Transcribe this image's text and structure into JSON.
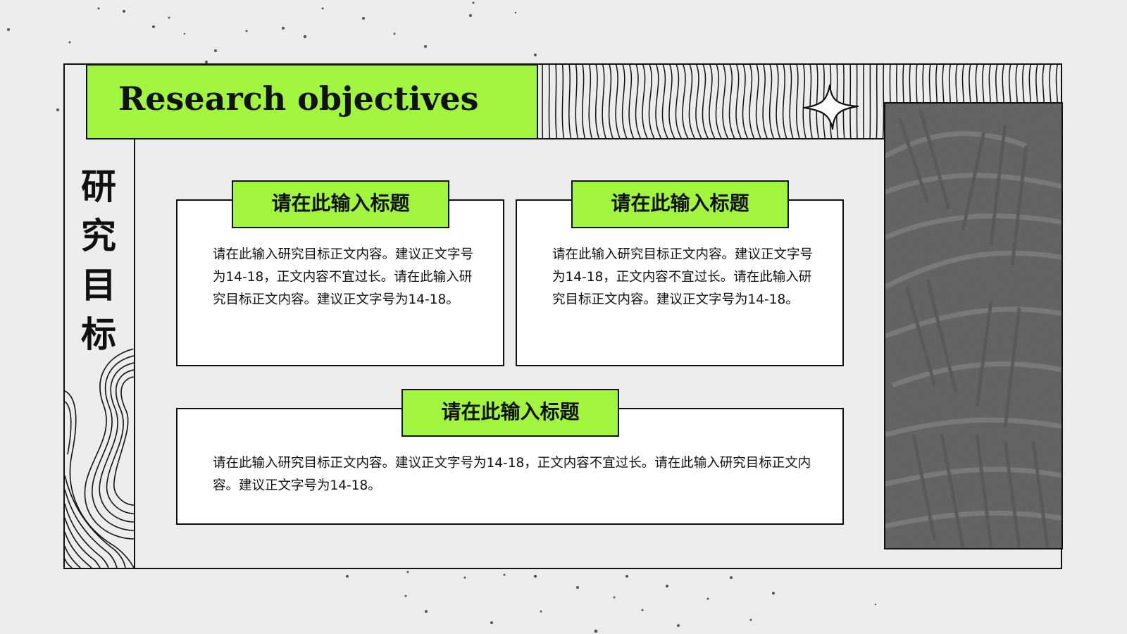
{
  "slide": {
    "title": "Research objectives",
    "vertical_title": "研究目标",
    "accent_color": "#a2f53f",
    "line_color": "#111111",
    "background_color": "#ececec"
  },
  "cards": [
    {
      "title": "请在此输入标题",
      "body": "请在此输入研究目标正文内容。建议正文字号为14-18，正文内容不宜过长。请在此输入研究目标正文内容。建议正文字号为14-18。"
    },
    {
      "title": "请在此输入标题",
      "body": "请在此输入研究目标正文内容。建议正文字号为14-18，正文内容不宜过长。请在此输入研究目标正文内容。建议正文字号为14-18。"
    },
    {
      "title": "请在此输入标题",
      "body": "请在此输入研究目标正文内容。建议正文字号为14-18，正文内容不宜过长。请在此输入研究目标正文内容。建议正文字号为14-18。"
    }
  ],
  "decor": {
    "star_icon": "four-point-sparkle",
    "photo": "grayscale-textured-sand-photo",
    "left_pattern": "contour-line-waves",
    "top_pattern": "vertical-wavy-stripes"
  }
}
